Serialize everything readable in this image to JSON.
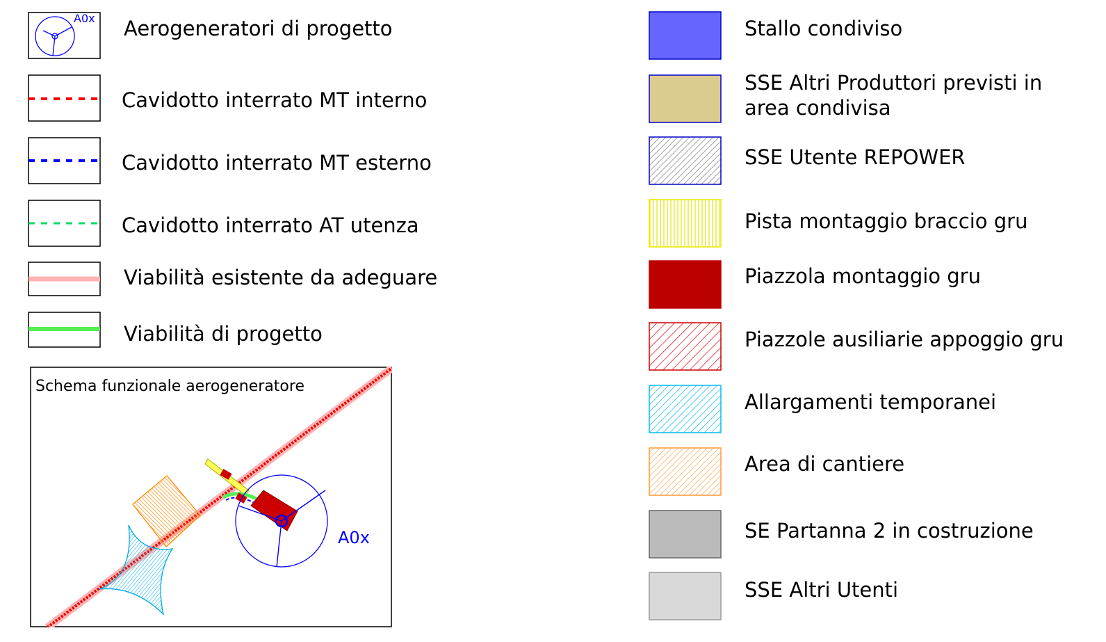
{
  "legend_left": [
    {
      "id": "aerogeneratori",
      "label": "Aerogeneratori di progetto",
      "symbol": "turbine",
      "tag": "A0x",
      "color": "#0000ff"
    },
    {
      "id": "mt-interno",
      "label": "Cavidotto interrato MT interno",
      "symbol": "dashed-line",
      "color": "#ff0000"
    },
    {
      "id": "mt-esterno",
      "label": "Cavidotto interrato MT esterno",
      "symbol": "dashed-line",
      "color": "#0000ff"
    },
    {
      "id": "at-utenza",
      "label": "Cavidotto interrato AT utenza",
      "symbol": "dashed-line",
      "color": "#00dd66"
    },
    {
      "id": "viabilita-esistente",
      "label": "Viabilità esistente da adeguare",
      "symbol": "thick-line",
      "color": "#ffb3b3"
    },
    {
      "id": "viabilita-progetto",
      "label": "Viabilità di progetto",
      "symbol": "thick-line",
      "color": "#55ee55"
    }
  ],
  "legend_right": [
    {
      "id": "stallo",
      "label": "Stallo condiviso",
      "fill": "#6666ff",
      "stroke": "#0000cc",
      "pattern": "solid"
    },
    {
      "id": "sse-altri-produttori",
      "label": "SSE Altri Produttori previsti in area condivisa",
      "fill": "#dccb8f",
      "stroke": "#0000cc",
      "pattern": "solid"
    },
    {
      "id": "sse-repower",
      "label": "SSE Utente REPOWER",
      "fill": "#ffffff",
      "stroke": "#0000cc",
      "pattern": "hatch-gray"
    },
    {
      "id": "pista-gru",
      "label": "Pista montaggio braccio gru",
      "fill": "#ffffff",
      "stroke": "#e8e800",
      "pattern": "vertical-yellow"
    },
    {
      "id": "piazzola-gru",
      "label": "Piazzola montaggio gru",
      "fill": "#bb0000",
      "stroke": "#bb0000",
      "pattern": "solid"
    },
    {
      "id": "piazzole-ausiliarie",
      "label": "Piazzole ausiliarie appoggio gru",
      "fill": "#ffffff",
      "stroke": "#cc0000",
      "pattern": "hatch-red"
    },
    {
      "id": "allargamenti",
      "label": "Allargamenti temporanei",
      "fill": "#ffffff",
      "stroke": "#00bbee",
      "pattern": "hatch-cyan"
    },
    {
      "id": "cantiere",
      "label": "Area di cantiere",
      "fill": "#ffffff",
      "stroke": "#ff9933",
      "pattern": "hatch-orange"
    },
    {
      "id": "partanna",
      "label": "SE Partanna 2 in costruzione",
      "fill": "#bbbbbb",
      "stroke": "#666666",
      "pattern": "solid"
    },
    {
      "id": "sse-altri-utenti",
      "label": "SSE Altri Utenti",
      "fill": "#d9d9d9",
      "stroke": "#999999",
      "pattern": "solid"
    }
  ],
  "scheme": {
    "title": "Schema funzionale aerogeneratore",
    "turbine_tag": "A0x"
  }
}
